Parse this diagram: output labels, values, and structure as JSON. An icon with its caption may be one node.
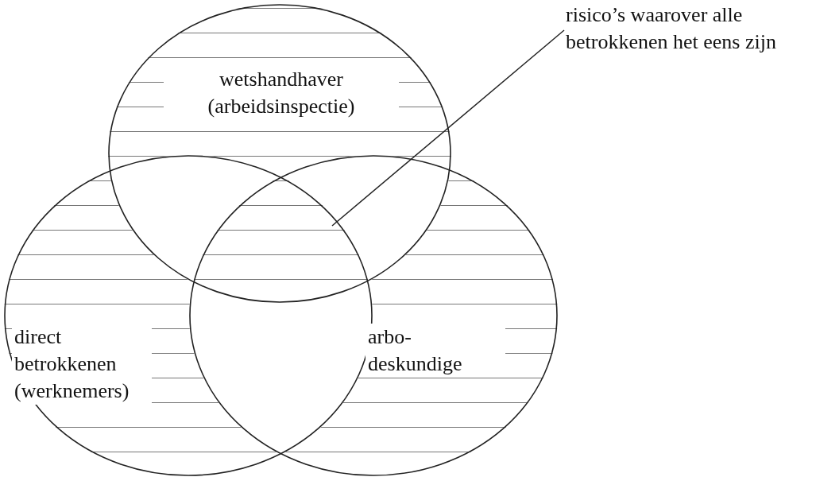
{
  "diagram": {
    "nodes": [
      {
        "text": [
          "wetshandhaver (arbeidsinspectie)"
        ]
      },
      {
        "text": [
          "direct betrokkenen (werknemers)"
        ]
      },
      {
        "text": [
          "arbo- deskundige"
        ]
      },
      {
        "text": [
          "risico’s waarover alle betrokkenen het eens zijn"
        ]
      },
      {
        "text": [],
        "shape": "region"
      }
    ],
    "edges": [
      {
        "from": 3,
        "to": 4,
        "arrow": "none"
      }
    ]
  }
}
